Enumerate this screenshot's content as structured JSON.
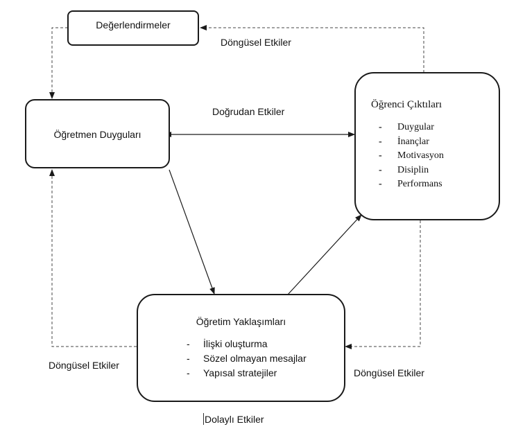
{
  "nodes": {
    "degerlendirmeler": {
      "title": "Değerlendirmeler"
    },
    "ogretmen_duygulari": {
      "title": "Öğretmen Duyguları"
    },
    "ogrenci_ciktilari": {
      "title": "Öğrenci Çıktıları",
      "items": [
        "Duygular",
        "İnançlar",
        "Motivasyon",
        "Disiplin",
        "Performans"
      ]
    },
    "ogretim_yaklasimlari": {
      "title": "Öğretim Yaklaşımları",
      "items": [
        "İlişki oluşturma",
        "Sözel olmayan mesajlar",
        "Yapısal stratejiler"
      ]
    }
  },
  "edge_labels": {
    "dongusel_top": "Döngüsel Etkiler",
    "dogrudan": "Doğrudan Etkiler",
    "dongusel_left": "Döngüsel Etkiler",
    "dongusel_right": "Döngüsel Etkiler",
    "dolayli": "Dolaylı Etkiler"
  },
  "colors": {
    "line": "#1a1a1a",
    "dashed": "#444444"
  }
}
